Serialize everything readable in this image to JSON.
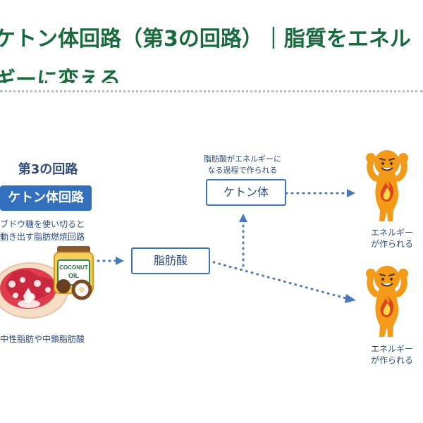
{
  "heading": {
    "line1": "ケトン体回路（第3の回路）｜脂質をエネル",
    "line2": "ギーに変える"
  },
  "route": {
    "title": "第3の回路",
    "badge": "ケトン体回路",
    "desc_line1": "ブドウ糖を使い切ると",
    "desc_line2": "動き出す脂肪燃焼回路"
  },
  "sources": {
    "coconut_label_line1": "COCONUT",
    "coconut_label_line2": "OIL",
    "caption": "中性脂肪や中鎖脂肪酸"
  },
  "flow": {
    "fatty_acid": "脂肪酸",
    "ketone_body": "ケトン体",
    "note_line1": "脂肪酸がエネルギーに",
    "note_line2": "なる過程で作られる"
  },
  "energy": {
    "line1": "エネルギー",
    "line2": "が作られる"
  },
  "colors": {
    "heading_green": "#176b3d",
    "badge_blue": "#3270bd",
    "line_blue": "#3d73b8",
    "text_navy": "#2c4b79",
    "figure_orange": "#f39a18",
    "flame_red": "#e0421f",
    "flame_yellow": "#ffd84a"
  },
  "icons": {
    "fat_tissue": "fat-tissue-icon",
    "coconut_oil": "coconut-oil-icon",
    "energy_person": "energy-person-icon",
    "flame": "flame-icon",
    "arrow": "dotted-arrow-icon"
  }
}
